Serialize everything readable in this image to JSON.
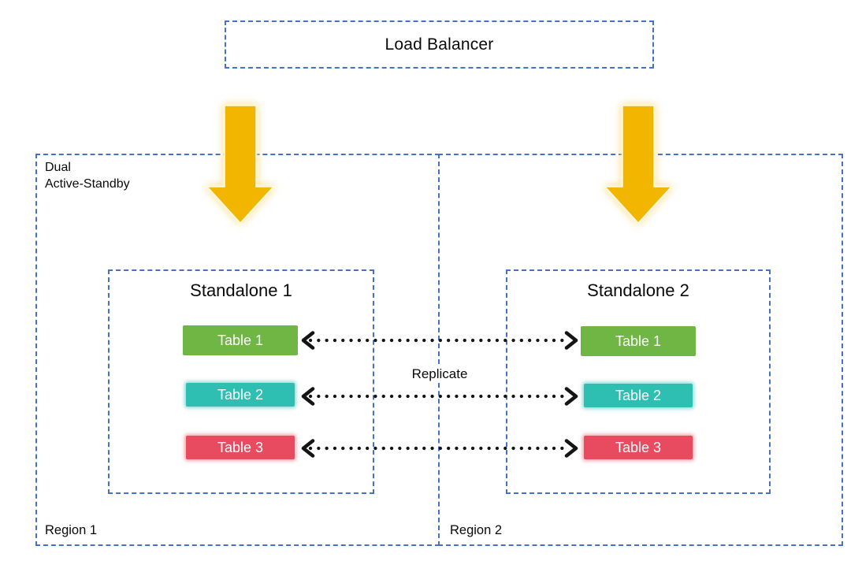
{
  "diagram": {
    "load_balancer_label": "Load Balancer",
    "mode_label_line1": "Dual",
    "mode_label_line2": "Active-Standby",
    "replicate_label": "Replicate",
    "regions": [
      {
        "label": "Region 1",
        "standalone": {
          "title": "Standalone 1",
          "tables": [
            {
              "label": "Table 1",
              "color": "#6FB645"
            },
            {
              "label": "Table 2",
              "color": "#2FBFB2"
            },
            {
              "label": "Table 3",
              "color": "#E84A5F"
            }
          ]
        }
      },
      {
        "label": "Region 2",
        "standalone": {
          "title": "Standalone 2",
          "tables": [
            {
              "label": "Table 1",
              "color": "#6FB645"
            },
            {
              "label": "Table 2",
              "color": "#2FBFB2"
            },
            {
              "label": "Table 3",
              "color": "#E84A5F"
            }
          ]
        }
      }
    ],
    "colors": {
      "dashed_border": "#4472C4",
      "arrow_gold": "#F2B600",
      "table_green": "#6FB645",
      "table_teal": "#2FBFB2",
      "table_red": "#E84A5F",
      "replicate_arrow": "#141414"
    }
  }
}
